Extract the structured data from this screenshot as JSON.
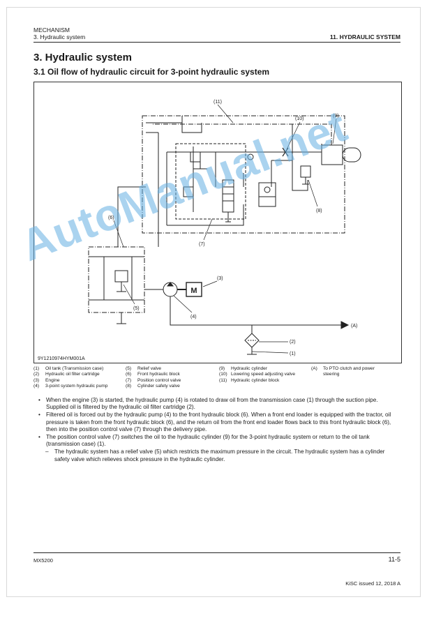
{
  "header": {
    "chapter": "MECHANISM",
    "section": "3. Hydraulic system",
    "right_title": "11. HYDRAULIC SYSTEM"
  },
  "title": "3. Hydraulic system",
  "subtitle": "3.1 Oil flow of hydraulic circuit for 3-point hydraulic system",
  "figure": {
    "code": "9Y1210974HYM001A",
    "callouts": [
      "(1)",
      "(2)",
      "(3)",
      "(4)",
      "(5)",
      "(6)",
      "(7)",
      "(8)",
      "(9)",
      "(10)",
      "(11)",
      "(A)"
    ],
    "motor_label": "M"
  },
  "legend": {
    "col1": [
      {
        "num": "(1)",
        "text": "Oil tank (Transmission case)"
      },
      {
        "num": "(2)",
        "text": "Hydraulic oil filter cartridge"
      },
      {
        "num": "(3)",
        "text": "Engine"
      },
      {
        "num": "(4)",
        "text": "3-point system hydraulic pump"
      }
    ],
    "col2": [
      {
        "num": "(5)",
        "text": "Relief valve"
      },
      {
        "num": "(6)",
        "text": "Front hydraulic block"
      },
      {
        "num": "(7)",
        "text": "Position control valve"
      },
      {
        "num": "(8)",
        "text": "Cylinder safety valve"
      }
    ],
    "col3": [
      {
        "num": "(9)",
        "text": "Hydraulic cylinder"
      },
      {
        "num": "(10)",
        "text": "Lowering speed adjusting valve"
      },
      {
        "num": "(11)",
        "text": "Hydraulic cylinder block"
      }
    ],
    "col4": [
      {
        "num": "(A)",
        "text": "To PTO clutch and power steering"
      }
    ]
  },
  "body": {
    "bullets": [
      "When the engine (3) is started, the hydraulic pump (4) is rotated to draw oil from the transmission case (1) through the suction pipe. Supplied oil is filtered by the hydraulic oil filter cartridge (2).",
      "Filtered oil is forced out by the hydraulic pump (4) to the front hydraulic block (6). When a front end loader is equipped with the tractor, oil pressure is taken from the front hydraulic block (6), and the return oil from the front end loader flows back to this front hydraulic block (6), then into the position control valve (7) through the delivery pipe.",
      "The position control valve (7) switches the oil to the hydraulic cylinder (9) for the 3-point hydraulic system or return to the oil tank (transmission case) (1)."
    ],
    "sub_bullet": "The hydraulic system has a relief valve (5) which restricts the maximum pressure in the circuit. The hydraulic system has a cylinder safety valve which relieves shock pressure in the hydraulic cylinder."
  },
  "footer": {
    "model": "MX5200",
    "page": "11-5",
    "issue": "KiSC issued 12, 2018 A"
  },
  "watermark": "AutoManual.net"
}
